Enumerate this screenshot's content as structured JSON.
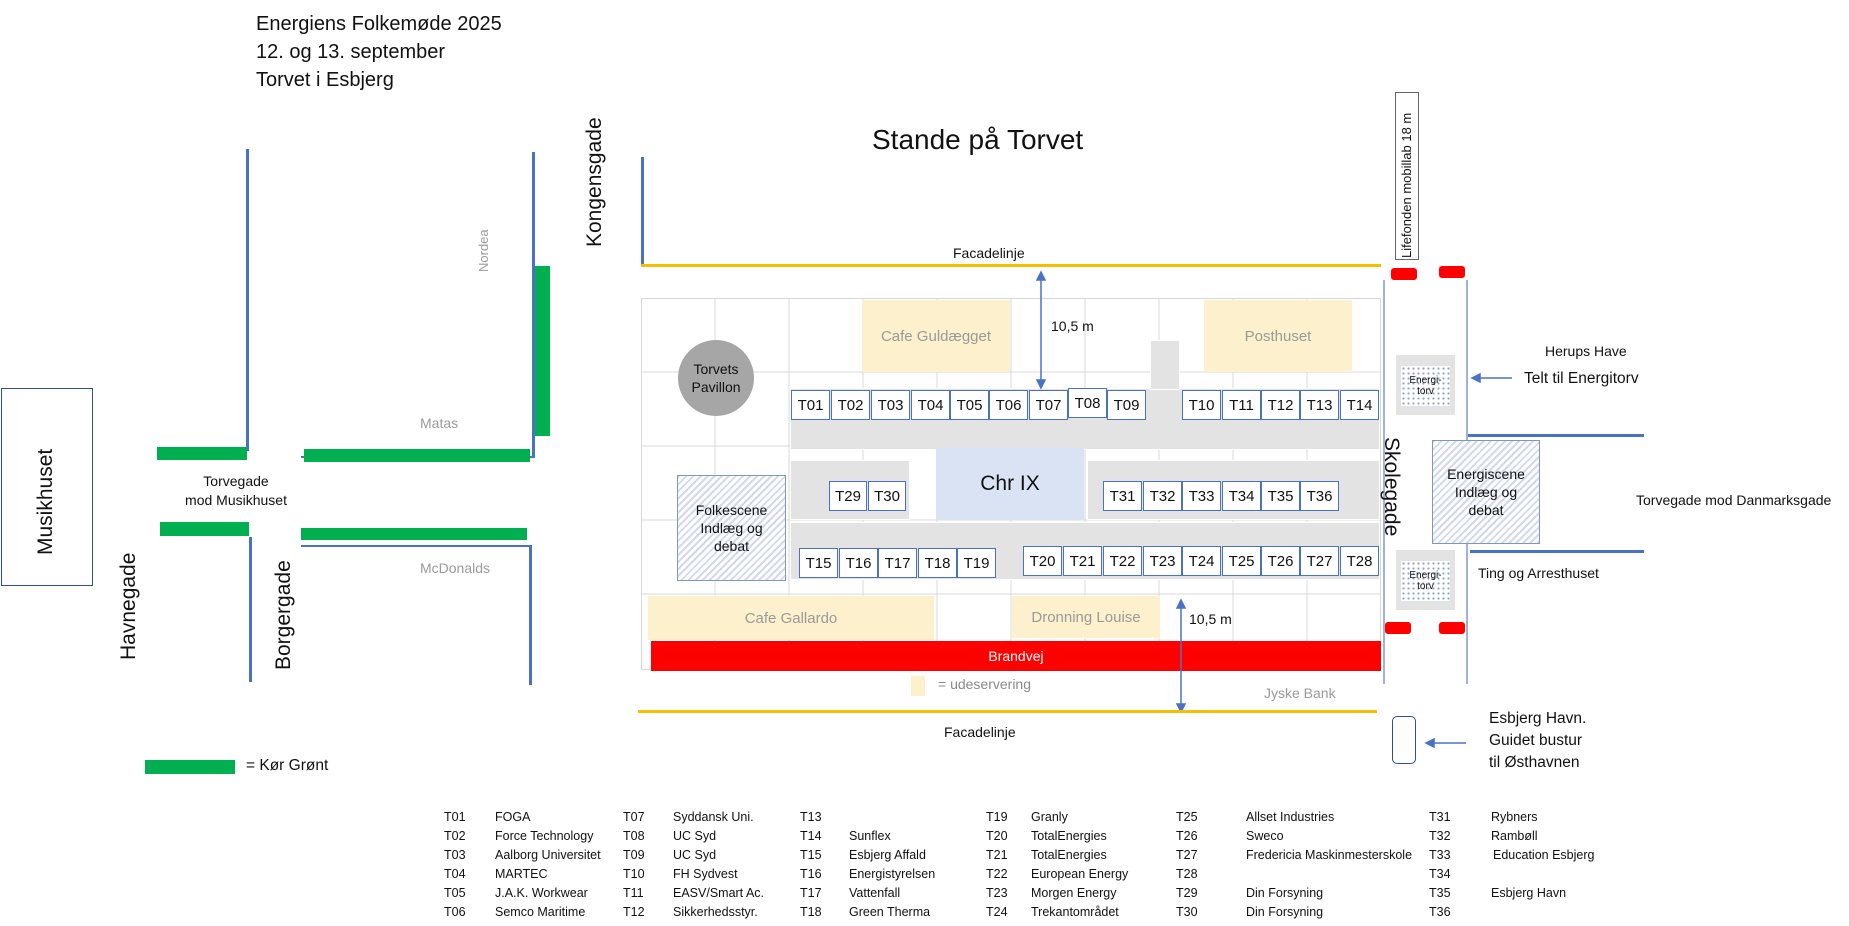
{
  "header": {
    "line1": "Energiens Folkemøde 2025",
    "line2": "12. og 13. september",
    "line3": "Torvet i Esbjerg"
  },
  "map_title": "Stande på Torvet",
  "streets": {
    "musikhuset": "Musikhuset",
    "kongensgade": "Kongensgade",
    "havnegade": "Havnegade",
    "borgergade": "Borgergade",
    "torvegade_musikhuset": [
      "Torvegade",
      "mod Musikhuset"
    ],
    "skolegade": "Skolegade",
    "torvegade_danmarksgade": "Torvegade mod Danmarksgade",
    "brandvej": "Brandvej"
  },
  "landmarks": {
    "nordea": "Nordea",
    "matas": "Matas",
    "mcdonalds": "McDonalds",
    "jyske_bank": "Jyske Bank",
    "lifefonden": "Lifefonden mobillab 18 m",
    "herups_have": "Herups Have",
    "telt": "Telt til Energitorv",
    "ting": "Ting og Arresthuset",
    "esbjerg_havn": [
      "Esbjerg Havn.",
      "Guidet bustur",
      "til Østhavnen"
    ]
  },
  "facade_top": "Facadelinje",
  "facade_bottom": "Facadelinje",
  "distance_top": "10,5 m",
  "distance_bottom": "10,5 m",
  "venues": {
    "pavillon": [
      "Torvets",
      "Pavillon"
    ],
    "cafe_guldaegget": "Cafe Guldægget",
    "posthuset": "Posthuset",
    "cafe_gallardo": "Cafe Gallardo",
    "dronning_louise": "Dronning Louise",
    "chr_ix": "Chr IX",
    "folkescene": [
      "Folkescene",
      "Indlæg og",
      "debat"
    ],
    "energiscene": [
      "Energiscene",
      "Indlæg og",
      "debat"
    ],
    "energitorv_top": [
      "Energi-",
      "torv"
    ],
    "energitorv_bottom": [
      "Energi-",
      "torv"
    ]
  },
  "stands_row1": [
    "T01",
    "T02",
    "T03",
    "T04",
    "T05",
    "T06",
    "T07",
    "T08",
    "T09",
    "T10",
    "T11",
    "T12",
    "T13",
    "T14"
  ],
  "stands_mid_left": [
    "T29",
    "T30"
  ],
  "stands_mid_right": [
    "T31",
    "T32",
    "T33",
    "T34",
    "T35",
    "T36"
  ],
  "stands_row3_left": [
    "T15",
    "T16",
    "T17",
    "T18",
    "T19"
  ],
  "stands_row3_right": [
    "T20",
    "T21",
    "T22",
    "T23",
    "T24",
    "T25",
    "T26",
    "T27",
    "T28"
  ],
  "udeservering": "= udeservering",
  "kor_gront": "= Kør Grønt",
  "colors": {
    "street": "#4a72c4",
    "green": "#00b050",
    "facade": "#f2c000",
    "brandvej": "#ff0000",
    "cream": "#fdf0cc",
    "chr_ix": "#dae3f3",
    "gray": "#e3e3e3",
    "pavillon": "#a6a6a6"
  },
  "exhibitors": [
    [
      {
        "id": "T01",
        "name": "FOGA"
      },
      {
        "id": "T02",
        "name": "Force Technology"
      },
      {
        "id": "T03",
        "name": "Aalborg Universitet"
      },
      {
        "id": "T04",
        "name": "MARTEC"
      },
      {
        "id": "T05",
        "name": "J.A.K. Workwear"
      },
      {
        "id": "T06",
        "name": "Semco Maritime"
      }
    ],
    [
      {
        "id": "T07",
        "name": "Syddansk Uni."
      },
      {
        "id": "T08",
        "name": "UC Syd"
      },
      {
        "id": "T09",
        "name": "UC Syd"
      },
      {
        "id": "T10",
        "name": "FH Sydvest"
      },
      {
        "id": "T11",
        "name": "EASV/Smart Ac."
      },
      {
        "id": "T12",
        "name": "Sikkerhedsstyr."
      }
    ],
    [
      {
        "id": "T13",
        "name": ""
      },
      {
        "id": "T14",
        "name": "Sunflex"
      },
      {
        "id": "T15",
        "name": "Esbjerg Affald"
      },
      {
        "id": "T16",
        "name": "Energistyrelsen"
      },
      {
        "id": "T17",
        "name": "Vattenfall"
      },
      {
        "id": "T18",
        "name": "Green Therma"
      }
    ],
    [
      {
        "id": "T19",
        "name": "Granly"
      },
      {
        "id": "T20",
        "name": "TotalEnergies"
      },
      {
        "id": "T21",
        "name": "TotalEnergies"
      },
      {
        "id": "T22",
        "name": "European Energy"
      },
      {
        "id": "T23",
        "name": "Morgen Energy"
      },
      {
        "id": "T24",
        "name": "Trekantområdet"
      }
    ],
    [
      {
        "id": "T25",
        "name": "Allset Industries"
      },
      {
        "id": "T26",
        "name": "Sweco"
      },
      {
        "id": "T27",
        "name": "Fredericia Maskinmesterskole"
      },
      {
        "id": "T28",
        "name": ""
      },
      {
        "id": "T29",
        "name": "Din Forsyning"
      },
      {
        "id": "T30",
        "name": "Din Forsyning"
      }
    ],
    [
      {
        "id": "T31",
        "name": "Rybners"
      },
      {
        "id": "T32",
        "name": "Rambøll"
      },
      {
        "id": "T33",
        "name": "Education Esbjerg"
      },
      {
        "id": "T34",
        "name": ""
      },
      {
        "id": "T35",
        "name": "Esbjerg Havn"
      },
      {
        "id": "T36",
        "name": ""
      }
    ]
  ]
}
